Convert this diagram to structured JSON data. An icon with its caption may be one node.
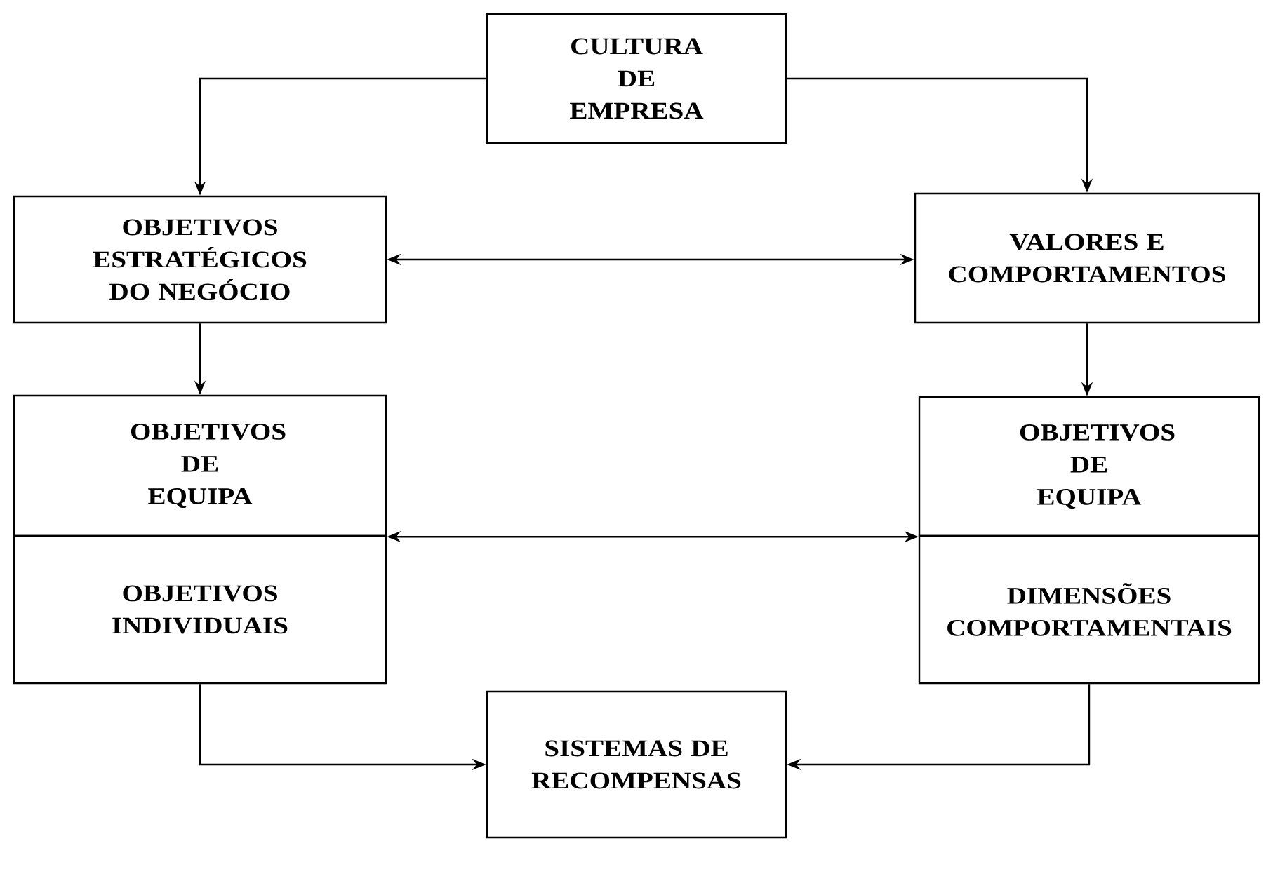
{
  "diagram": {
    "nodes": [
      {
        "text": [
          "CULTURA DE EMPRESA"
        ]
      },
      {
        "text": [
          "OBJETIVOS ESTRATÉGICOS DO NEGÓCIO"
        ]
      },
      {
        "text": [
          "VALORES E COMPORTAMENTOS"
        ]
      },
      {
        "text": [
          "OBJETIVOS DE EQUIPA"
        ]
      },
      {
        "text": [
          "OBJETIVOS INDIVIDUAIS"
        ]
      },
      {
        "text": [
          "OBJETIVOS DE EQUIPA"
        ]
      },
      {
        "text": [
          "DIMENSÕES COMPORTAMENTAIS"
        ]
      },
      {
        "text": [
          "SISTEMAS DE RECOMPENSAS"
        ]
      }
    ],
    "edges": [
      {
        "from": 0,
        "to": 1,
        "arrow": "to"
      },
      {
        "from": 0,
        "to": 2,
        "arrow": "to"
      },
      {
        "from": 1,
        "to": 2,
        "arrow": "both"
      },
      {
        "from": 1,
        "to": 3,
        "arrow": "to"
      },
      {
        "from": 2,
        "to": 5,
        "arrow": "to"
      },
      {
        "from": 3,
        "to": 5,
        "arrow": "both"
      },
      {
        "from": 4,
        "to": 7,
        "arrow": "to"
      },
      {
        "from": 6,
        "to": 7,
        "arrow": "to"
      }
    ]
  }
}
